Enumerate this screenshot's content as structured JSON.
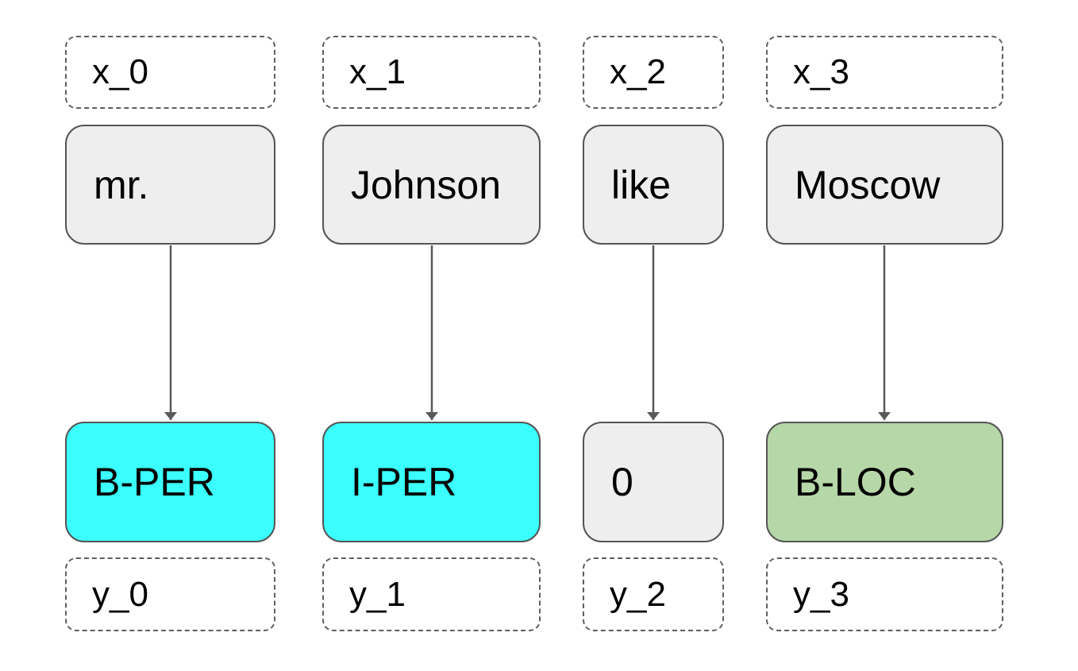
{
  "columns": [
    {
      "input_var": "x_0",
      "token": "mr.",
      "tag": "B-PER",
      "output_var": "y_0"
    },
    {
      "input_var": "x_1",
      "token": "Johnson",
      "tag": "I-PER",
      "output_var": "y_1"
    },
    {
      "input_var": "x_2",
      "token": "like",
      "tag": "0",
      "output_var": "y_2"
    },
    {
      "input_var": "x_3",
      "token": "Moscow",
      "tag": "B-LOC",
      "output_var": "y_3"
    }
  ],
  "colors": {
    "person_tag": "#3bffff",
    "location_tag": "#b6d7a8",
    "other_tag": "#eeeeee",
    "token_fill": "#eeeeee",
    "stroke": "#555555"
  }
}
